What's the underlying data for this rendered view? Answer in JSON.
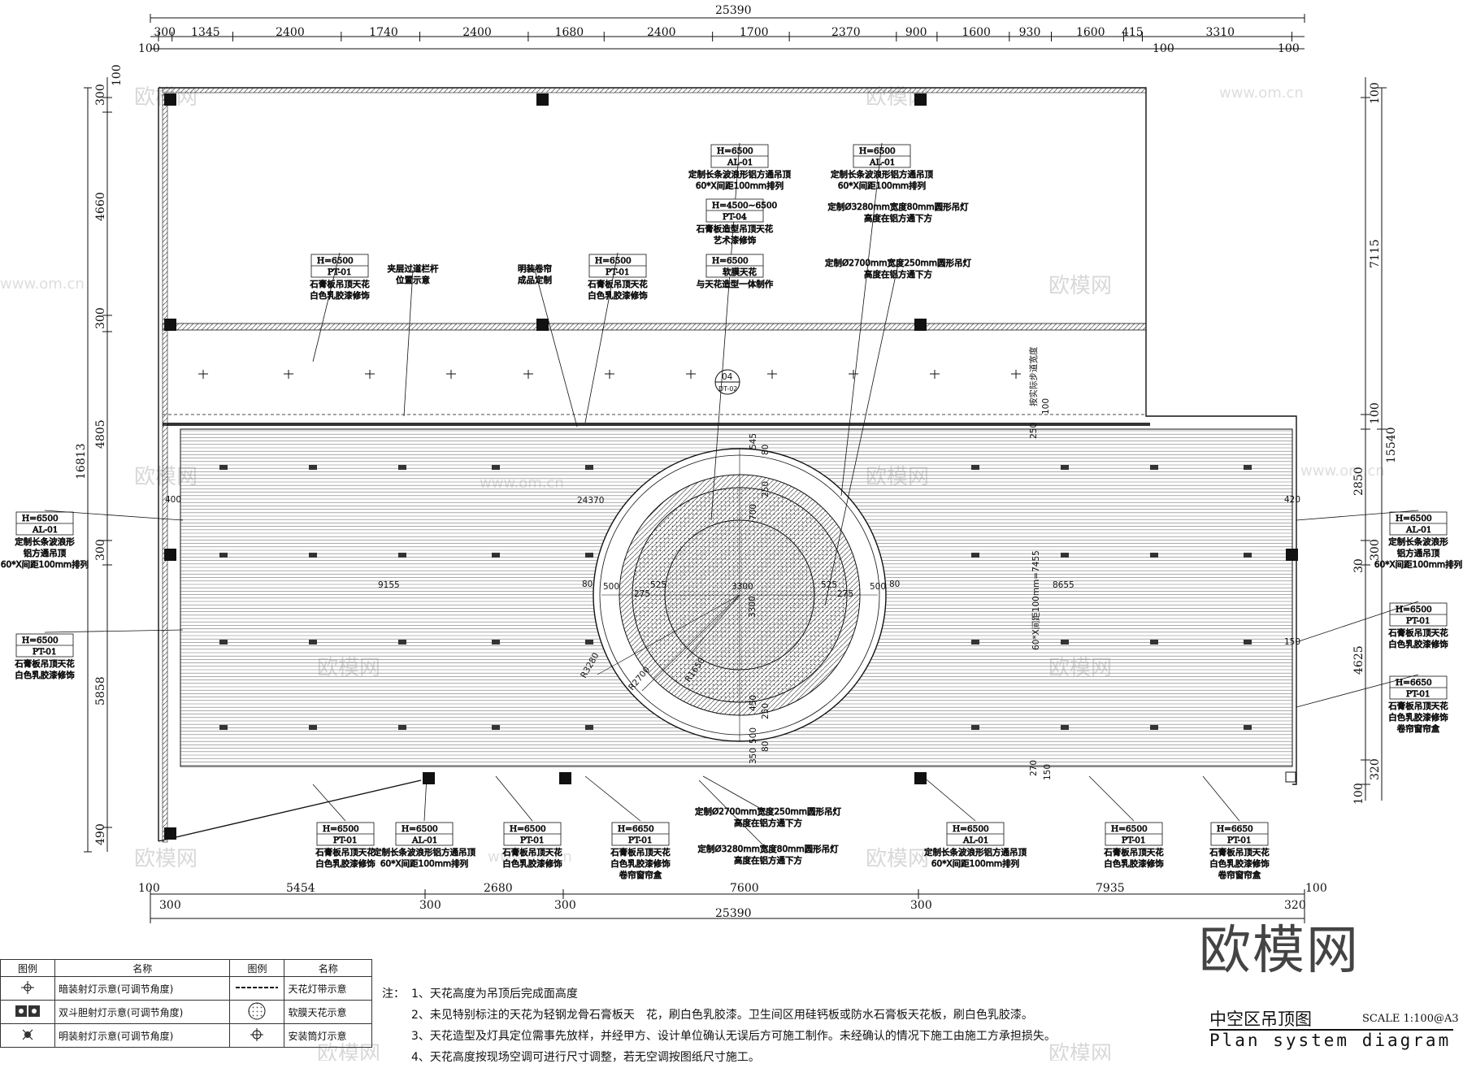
{
  "drawing": {
    "top_dims": [
      "300",
      "1345",
      "2400",
      "1740",
      "2400",
      "1680",
      "2400",
      "1700",
      "2370",
      "900",
      "1600",
      "930",
      "1600",
      "415",
      "3310"
    ],
    "top_total": "25390",
    "top_small": [
      "100",
      "100",
      "100"
    ],
    "bottom_dims": [
      "5454",
      "2680",
      "7600",
      "7935"
    ],
    "bottom_small": [
      "100",
      "300",
      "300",
      "300",
      "300",
      "320",
      "100"
    ],
    "bottom_total": "25390",
    "left_dims": [
      "300",
      "100",
      "4660",
      "300",
      "4805",
      "300",
      "5858",
      "490"
    ],
    "left_total": "16813",
    "right_dims": [
      "100",
      "7115",
      "100",
      "2850",
      "300",
      "30",
      "4625",
      "320",
      "100"
    ],
    "right_total": "15540",
    "inner_dims": [
      "24370",
      "9155",
      "8655",
      "3300",
      "3300",
      "500",
      "80",
      "275",
      "525",
      "525",
      "275",
      "500",
      "80",
      "400",
      "420",
      "545",
      "80",
      "250",
      "700",
      "450",
      "250",
      "500",
      "80",
      "350",
      "150",
      "270",
      "150",
      "100",
      "250"
    ],
    "radii": [
      "R3280",
      "R2700",
      "R1650"
    ],
    "section_mark": {
      "num": "04",
      "ref": "DT-02"
    },
    "vertical_note": "60*X间距100mm=7455",
    "vertical_note2": "按实际步道宽度",
    "callouts": {
      "c1": {
        "h": "H=6500",
        "code": "PT-01",
        "l1": "石膏板吊顶天花",
        "l2": "白色乳胶漆修饰"
      },
      "c2": {
        "l1": "夹层过道栏杆",
        "l2": "位置示意"
      },
      "c3": {
        "l1": "明装卷帘",
        "l2": "成品定制"
      },
      "c4": {
        "h": "H=6500",
        "code": "PT-01",
        "l1": "石膏板吊顶天花",
        "l2": "白色乳胶漆修饰"
      },
      "c5": {
        "h": "H=6500",
        "code": "AL-01",
        "l1": "定制长条波浪形铝方通吊顶",
        "l2": "60*X间距100mm排列"
      },
      "c6": {
        "h": "H=4500~6500",
        "code": "PT-04",
        "l1": "石膏板造型吊顶天花",
        "l2": "艺术漆修饰"
      },
      "c7": {
        "h": "H=6500",
        "code": "软膜天花",
        "l1": "与天花造型一体制作"
      },
      "c8": {
        "h": "H=6500",
        "code": "AL-01",
        "l1": "定制长条波浪形铝方通吊顶",
        "l2": "60*X间距100mm排列"
      },
      "c9": {
        "l1": "定制Ø3280mm宽度80mm圆形吊灯",
        "l2": "高度在铝方通下方"
      },
      "c10": {
        "l1": "定制Ø2700mm宽度250mm圆形吊灯",
        "l2": "高度在铝方通下方"
      },
      "left1": {
        "h": "H=6500",
        "code": "AL-01",
        "l1": "定制长条波浪形",
        "l2": "铝方通吊顶",
        "l3": "60*X间距100mm排列"
      },
      "left2": {
        "h": "H=6500",
        "code": "PT-01",
        "l1": "石膏板吊顶天花",
        "l2": "白色乳胶漆修饰"
      },
      "right1": {
        "h": "H=6500",
        "code": "AL-01",
        "l1": "定制长条波浪形",
        "l2": "铝方通吊顶",
        "l3": "60*X间距100mm排列"
      },
      "right2": {
        "h": "H=6500",
        "code": "PT-01",
        "l1": "石膏板吊顶天花",
        "l2": "白色乳胶漆修饰"
      },
      "right3": {
        "h": "H=6650",
        "code": "PT-01",
        "l1": "石膏板吊顶天花",
        "l2": "白色乳胶漆修饰",
        "l3": "卷帘窗帘盒"
      },
      "b1": {
        "h": "H=6500",
        "code": "PT-01",
        "l1": "石膏板吊顶天花",
        "l2": "白色乳胶漆修饰"
      },
      "b2": {
        "h": "H=6500",
        "code": "AL-01",
        "l1": "定制长条波浪形铝方通吊顶",
        "l2": "60*X间距100mm排列"
      },
      "b3": {
        "h": "H=6500",
        "code": "PT-01",
        "l1": "石膏板吊顶天花",
        "l2": "白色乳胶漆修饰"
      },
      "b4": {
        "h": "H=6650",
        "code": "PT-01",
        "l1": "石膏板吊顶天花",
        "l2": "白色乳胶漆修饰",
        "l3": "卷帘窗帘盒"
      },
      "b5": {
        "l1": "定制Ø2700mm宽度250mm圆形吊灯",
        "l2": "高度在铝方通下方"
      },
      "b6": {
        "l1": "定制Ø3280mm宽度80mm圆形吊灯",
        "l2": "高度在铝方通下方"
      },
      "b7": {
        "h": "H=6500",
        "code": "AL-01",
        "l1": "定制长条波浪形铝方通吊顶",
        "l2": "60*X间距100mm排列"
      },
      "b8": {
        "h": "H=6500",
        "code": "PT-01",
        "l1": "石膏板吊顶天花",
        "l2": "白色乳胶漆修饰"
      },
      "b9": {
        "h": "H=6650",
        "code": "PT-01",
        "l1": "石膏板吊顶天花",
        "l2": "白色乳胶漆修饰",
        "l3": "卷帘窗帘盒"
      }
    },
    "watermark_text": "欧模网",
    "watermark_url": "www.om.cn"
  },
  "brand": "欧模网",
  "legend": {
    "headers": [
      "图例",
      "名称",
      "图例",
      "名称"
    ],
    "rows": [
      [
        "暗装射灯示意(可调节角度)",
        "天花灯带示意"
      ],
      [
        "双斗胆射灯示意(可调节角度)",
        "软膜天花示意"
      ],
      [
        "明装射灯示意(可调节角度)",
        "安装筒灯示意"
      ]
    ]
  },
  "notes": {
    "lead": "注：",
    "items": [
      "1、天花高度为吊顶后完成面高度",
      "2、未见特别标注的天花为轻钢龙骨石膏板天　花，刷白色乳胶漆。卫生间区用硅钙板或防水石膏板天花板，刷白色乳胶漆。",
      "3、天花造型及灯具定位需事先放样，并经甲方、设计单位确认无误后方可施工制作。未经确认的情况下施工由施工方承担损失。",
      "4、天花高度按现场空调可进行尺寸调整，若无空调按图纸尺寸施工。"
    ]
  },
  "title": {
    "cn": "中空区吊顶图",
    "en": "Plan system diagram",
    "scale": "SCALE 1:100@A3"
  }
}
